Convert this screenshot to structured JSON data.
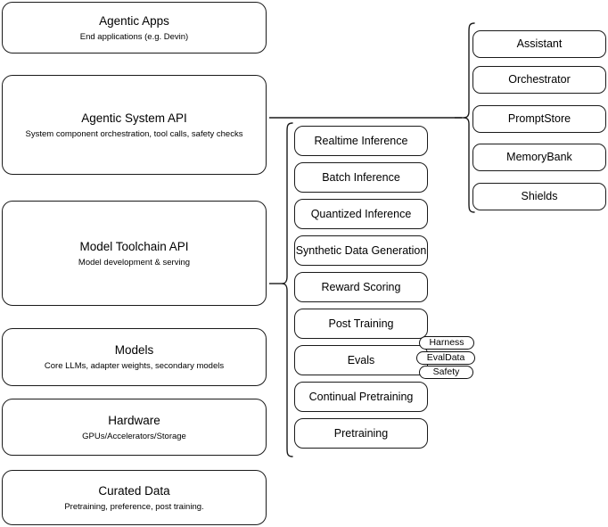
{
  "diagram": {
    "title": "Agentic AI Stack Architecture Diagram",
    "stroke_color": "#1a1a1a",
    "background_color": "#ffffff",
    "layers": [
      {
        "id": "agentic-apps",
        "title": "Agentic Apps",
        "subtitle": "End applications (e.g. Devin)"
      },
      {
        "id": "agentic-system-api",
        "title": "Agentic System API",
        "subtitle": "System component orchestration, tool calls, safety checks"
      },
      {
        "id": "model-toolchain-api",
        "title": "Model Toolchain API",
        "subtitle": "Model development & serving"
      },
      {
        "id": "models",
        "title": "Models",
        "subtitle": "Core LLMs, adapter weights, secondary models"
      },
      {
        "id": "hardware",
        "title": "Hardware",
        "subtitle": "GPUs/Accelerators/Storage"
      },
      {
        "id": "curated-data",
        "title": "Curated Data",
        "subtitle": "Pretraining, preference, post training."
      }
    ],
    "toolchain_capabilities": [
      {
        "id": "realtime-inference",
        "label": "Realtime Inference"
      },
      {
        "id": "batch-inference",
        "label": "Batch Inference"
      },
      {
        "id": "quantized-inference",
        "label": "Quantized Inference"
      },
      {
        "id": "synthetic-data-generation",
        "label": "Synthetic Data Generation"
      },
      {
        "id": "reward-scoring",
        "label": "Reward Scoring"
      },
      {
        "id": "post-training",
        "label": "Post Training"
      },
      {
        "id": "evals",
        "label": "Evals"
      },
      {
        "id": "continual-pretraining",
        "label": "Continual Pretraining"
      },
      {
        "id": "pretraining",
        "label": "Pretraining"
      }
    ],
    "system_components": [
      {
        "id": "assistant",
        "label": "Assistant"
      },
      {
        "id": "orchestrator",
        "label": "Orchestrator"
      },
      {
        "id": "promptstore",
        "label": "PromptStore"
      },
      {
        "id": "memorybank",
        "label": "MemoryBank"
      },
      {
        "id": "shields",
        "label": "Shields"
      }
    ],
    "eval_pills": [
      {
        "id": "harness",
        "label": "Harness"
      },
      {
        "id": "evaldata",
        "label": "EvalData"
      },
      {
        "id": "safety",
        "label": "Safety"
      }
    ]
  }
}
